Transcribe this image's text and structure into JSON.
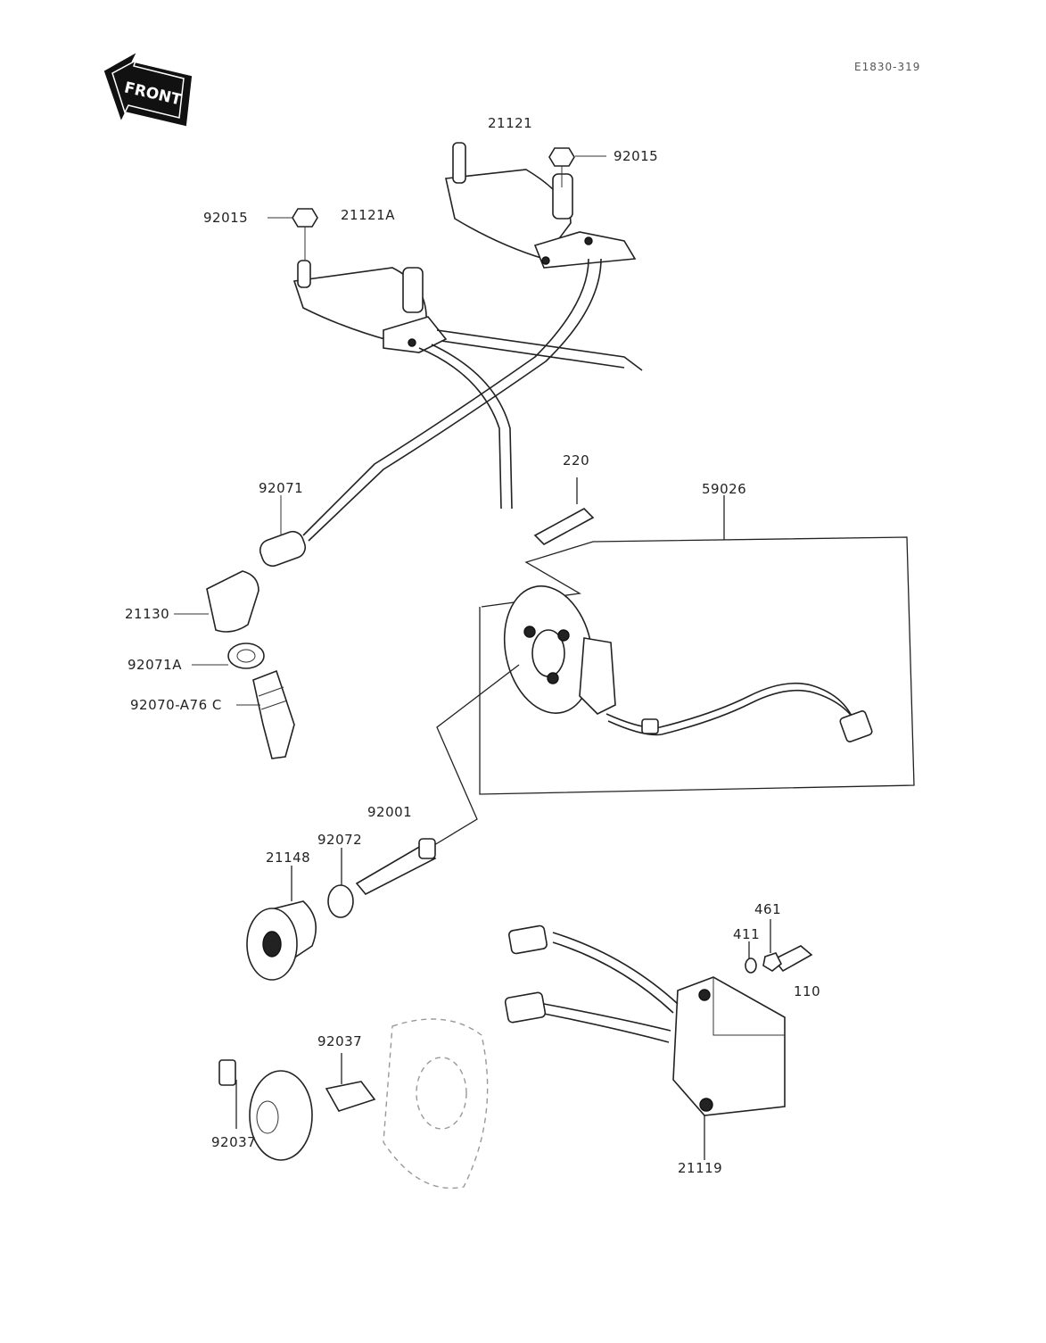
{
  "reference_code": "E1830-319",
  "front_arrow": {
    "label": "FRONT",
    "icon": "front-arrow-icon"
  },
  "labels": {
    "p21121": "21121",
    "p92015_right": "92015",
    "p92015_left": "92015",
    "p21121A": "21121A",
    "p92071": "92071",
    "p21130": "21130",
    "p92071A": "92071A",
    "p92070": "92070-A76 C",
    "p220": "220",
    "p59026": "59026",
    "p92001": "92001",
    "p92072": "92072",
    "p21148": "21148",
    "p461": "461",
    "p411": "411",
    "p110": "110",
    "p92037_top": "92037",
    "p92037_bottom": "92037",
    "p21119": "21119"
  }
}
